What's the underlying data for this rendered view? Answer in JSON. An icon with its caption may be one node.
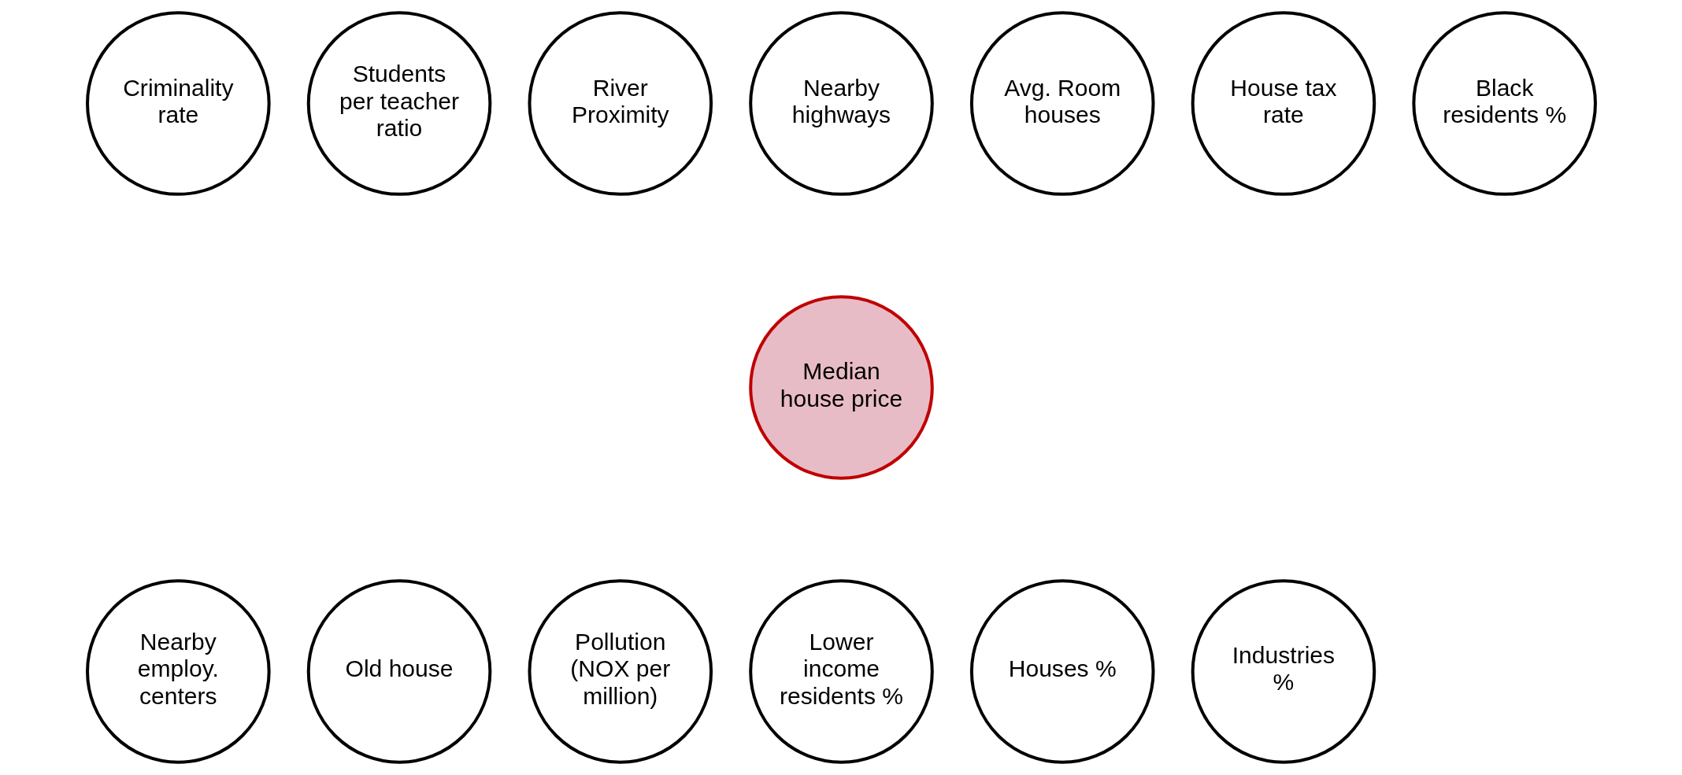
{
  "diagram": {
    "nodes": [
      {
        "text": [
          "Criminality rate"
        ]
      },
      {
        "text": [
          "Students per teacher ratio"
        ]
      },
      {
        "text": [
          "River Proximity"
        ]
      },
      {
        "text": [
          "Nearby highways"
        ]
      },
      {
        "text": [
          "Avg. Room houses"
        ]
      },
      {
        "text": [
          "House tax rate"
        ]
      },
      {
        "text": [
          "Black residents %"
        ]
      },
      {
        "text": [
          "Median house price"
        ]
      },
      {
        "text": [
          "Nearby employ. centers"
        ]
      },
      {
        "text": [
          "Old house"
        ]
      },
      {
        "text": [
          "Pollution (NOX per million)"
        ]
      },
      {
        "text": [
          "Lower income residents %"
        ]
      },
      {
        "text": [
          "Houses %"
        ]
      },
      {
        "text": [
          "Industries %"
        ]
      }
    ]
  }
}
